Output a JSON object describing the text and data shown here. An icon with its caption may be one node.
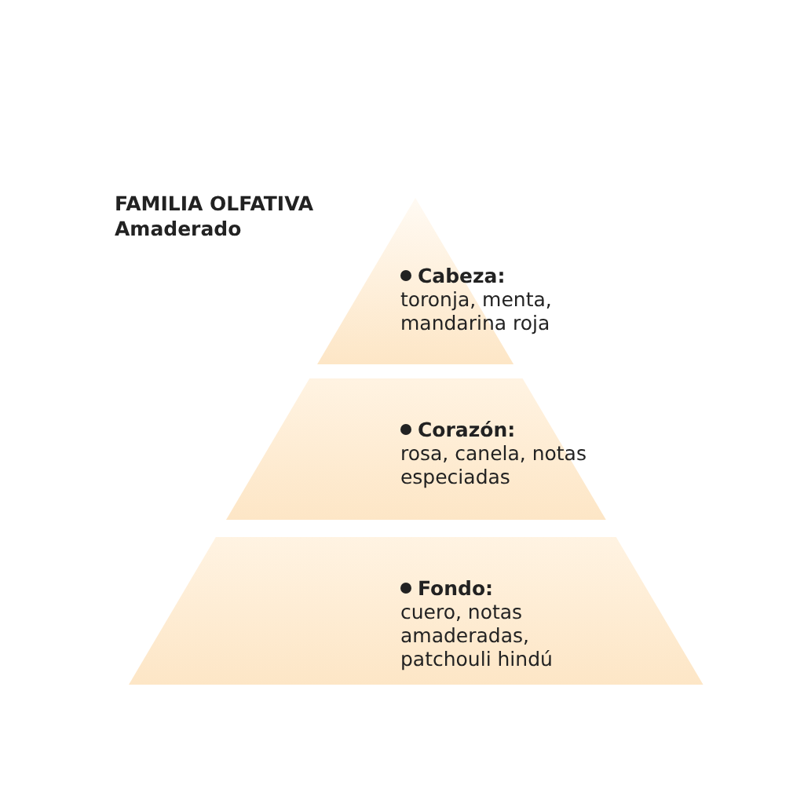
{
  "diagram": {
    "title": "FAMILIA OLFATIVA",
    "nodes": [
      {
        "text": [
          "Cabeza:",
          "toronja, menta, mandarina roja"
        ]
      },
      {
        "text": [
          "Corazón:",
          "rosa, canela, notas especiadas"
        ]
      },
      {
        "text": [
          "Fondo:",
          "cuero, notas amaderadas, patchouli hindú"
        ]
      }
    ],
    "labels": [
      "Amaderado"
    ]
  }
}
